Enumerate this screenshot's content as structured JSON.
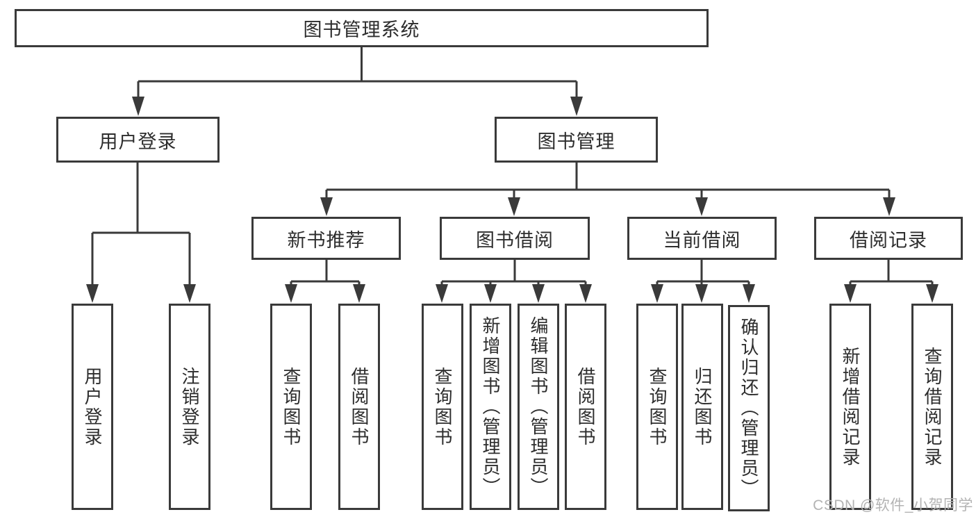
{
  "tree": {
    "label": "图书管理系统",
    "children": [
      {
        "label": "用户登录",
        "children": [
          {
            "label": "用户登录"
          },
          {
            "label": "注销登录"
          }
        ]
      },
      {
        "label": "图书管理",
        "children": [
          {
            "label": "新书推荐",
            "children": [
              {
                "label": "查询图书"
              },
              {
                "label": "借阅图书"
              }
            ]
          },
          {
            "label": "图书借阅",
            "children": [
              {
                "label": "查询图书"
              },
              {
                "label": "新增图书（管理员）"
              },
              {
                "label": "编辑图书（管理员）"
              },
              {
                "label": "借阅图书"
              }
            ]
          },
          {
            "label": "当前借阅",
            "children": [
              {
                "label": "查询图书"
              },
              {
                "label": "归还图书"
              },
              {
                "label": "确认归还（管理员）"
              }
            ]
          },
          {
            "label": "借阅记录",
            "children": [
              {
                "label": "新增借阅记录"
              },
              {
                "label": "查询借阅记录"
              }
            ]
          }
        ]
      }
    ]
  },
  "watermark": "CSDN @软件_小贺同学",
  "colors": {
    "line": "#3a3a3a",
    "text": "#2d2d2d",
    "background": "#ffffff",
    "watermark": "#b3b3b3"
  }
}
